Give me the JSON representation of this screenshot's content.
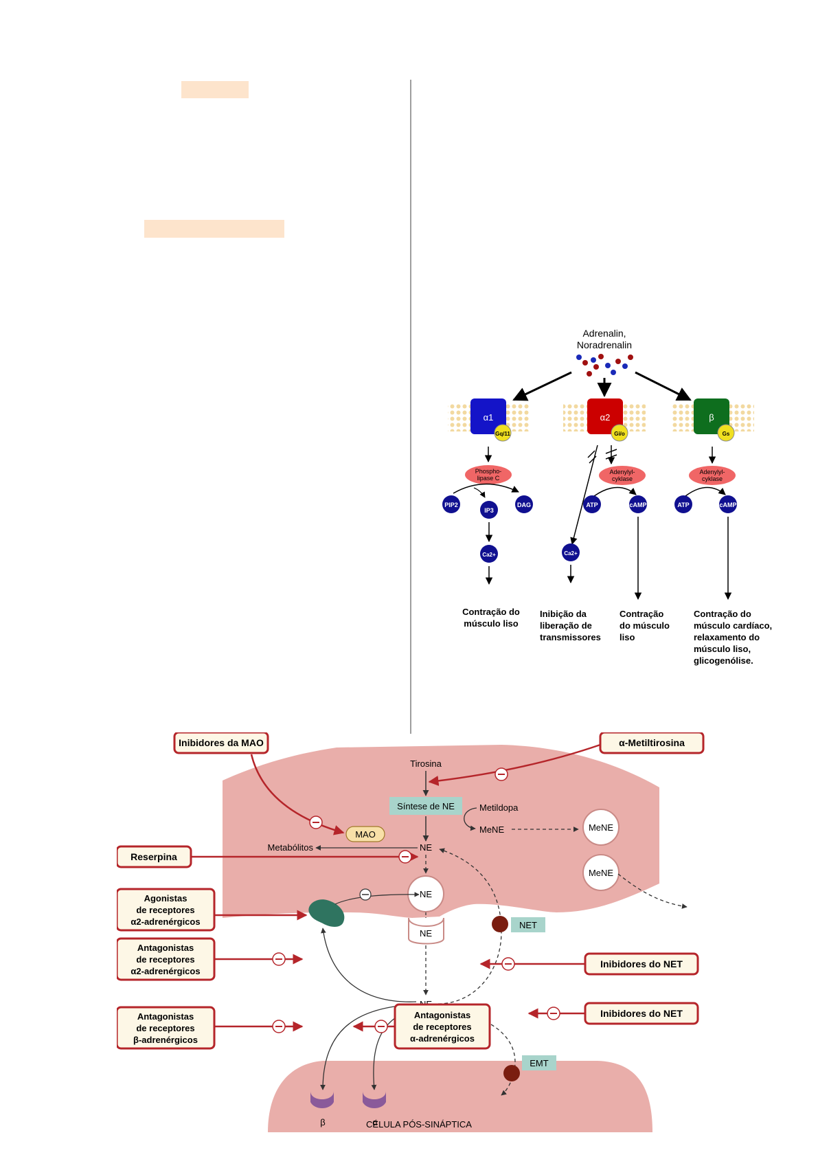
{
  "highlights": [
    "",
    ""
  ],
  "receptor_diagram": {
    "ligand_label_1": "Adrenalin,",
    "ligand_label_2": "Noradrenalin",
    "colors": {
      "alpha1": "#1414c8",
      "alpha2": "#cc0000",
      "beta": "#0e6e1e",
      "gprotein": "#f0e020",
      "enzyme": "#f06666",
      "molecule": "#101090"
    },
    "alpha1": {
      "receptor": "α1",
      "gprotein": "Gq/11",
      "enzyme_line1": "Phospho-",
      "enzyme_line2": "lipase C",
      "mol_pip2": "PIP2",
      "mol_ip3": "IP3",
      "mol_dag": "DAG",
      "mol_ca": "Ca2+",
      "effect": [
        "Contração do",
        "músculo liso"
      ]
    },
    "alpha2": {
      "receptor": "α2",
      "gprotein": "Gi/o",
      "enzyme_line1": "Adenylyl-",
      "enzyme_line2": "cyklase",
      "mol_atp": "ATP",
      "mol_camp": "cAMP",
      "mol_ca": "Ca2+",
      "effect_left": [
        "Inibição da",
        "liberação de",
        "transmissores"
      ],
      "effect_right": [
        "Contração",
        "do músculo",
        "liso"
      ]
    },
    "beta": {
      "receptor": "β",
      "gprotein": "Gs",
      "enzyme_line1": "Adenylyl-",
      "enzyme_line2": "cyklase",
      "mol_atp": "ATP",
      "mol_camp": "cAMP",
      "effect": [
        "Contração do",
        "músculo cardíaco,",
        "relaxamento do",
        "músculo liso,",
        "glicogenólise."
      ]
    }
  },
  "synapse_diagram": {
    "colors": {
      "drug_box_border": "#b5252a",
      "drug_box_fill": "#fdf7e6",
      "cell": "#e9aeaa",
      "arrow": "#b5252a",
      "teal_box": "#a8d4cb",
      "dot": "#7a1d10"
    },
    "drugs": {
      "mao_inhibitors": "Inibidores da MAO",
      "alpha_methyltyrosine": "α-Metiltirosina",
      "reserpine": "Reserpina",
      "alpha2_agonists": [
        "Agonistas",
        "de receptores",
        "α2-adrenérgicos"
      ],
      "alpha2_antagonists": [
        "Antagonistas",
        "de receptores",
        "α2-adrenérgicos"
      ],
      "net_inhibitors_1": "Inibidores do NET",
      "net_inhibitors_2": "Inibidores do NET",
      "beta_antagonists": [
        "Antagonistas",
        "de receptores",
        "β-adrenérgicos"
      ],
      "alpha_antagonists": [
        "Antagonistas",
        "de receptores",
        "α-adrenérgicos"
      ]
    },
    "labels": {
      "tyrosine": "Tirosina",
      "ne_synthesis": "Síntese de NE",
      "methyldopa": "Metildopa",
      "mene_text": "MeNE",
      "mene_vesicle_1": "MeNE",
      "mene_vesicle_2": "MeNE",
      "mao": "MAO",
      "metabolites": "Metabólitos",
      "ne_cytosol": "NE",
      "ne_vesicle": "NE",
      "ne_fusing": "NE",
      "ne_cleft": "NE",
      "net": "NET",
      "emt": "EMT",
      "beta_receptor": "β",
      "alpha_receptor": "α",
      "postsynaptic": "CÉLULA PÓS-SINÁPTICA"
    }
  }
}
